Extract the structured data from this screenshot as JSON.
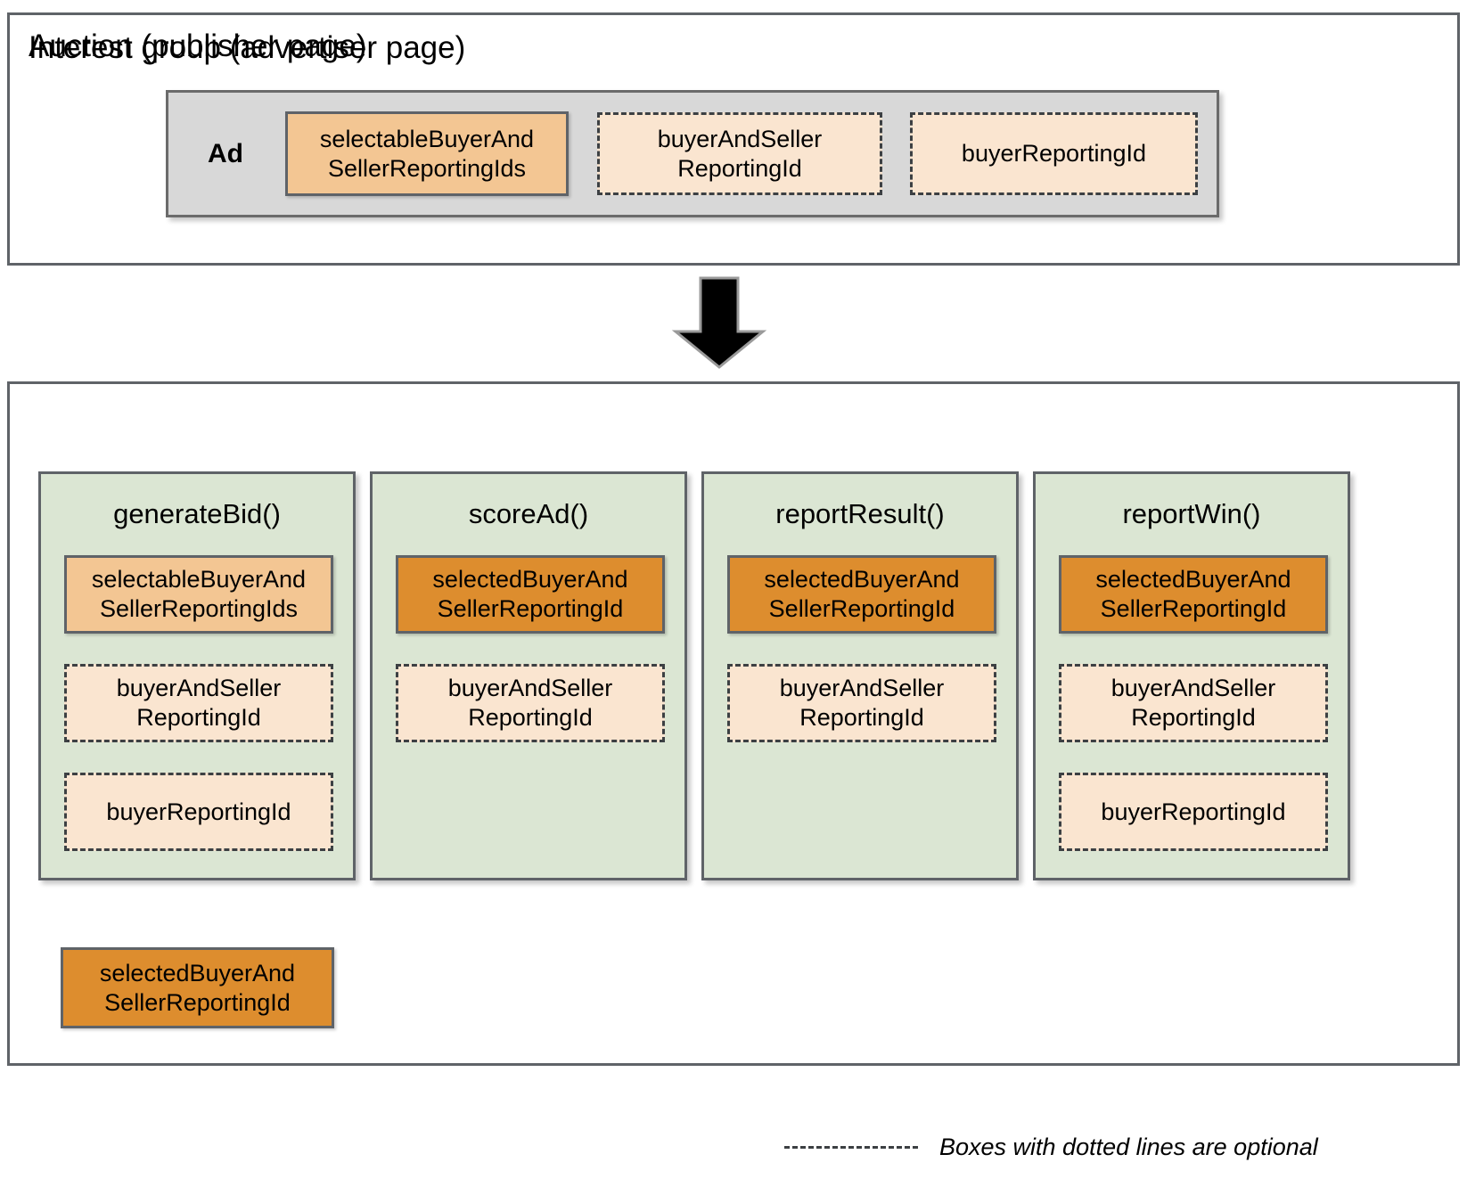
{
  "colors": {
    "panel_border": "#5f6368",
    "ad_container_bg": "#d8d8d8",
    "fn_col_bg": "#dbe6d3",
    "light_orange": "#f3c693",
    "pale_orange": "#fae5d0",
    "dark_orange": "#dd8d2e",
    "arrow_stroke": "#5f6368",
    "big_arrow": "#000000"
  },
  "interest_group": {
    "title": "Interest group (advertiser page)",
    "ad_label": "Ad",
    "tokens": [
      {
        "label": "selectableBuyerAnd\nSellerReportingIds",
        "style": "solid",
        "fill": "light-orange"
      },
      {
        "label": "buyerAndSeller\nReportingId",
        "style": "dotted",
        "fill": "pale-orange"
      },
      {
        "label": "buyerReportingId",
        "style": "dotted",
        "fill": "pale-orange"
      }
    ]
  },
  "flow_arrow": {
    "icon": "down-arrow-icon"
  },
  "auction": {
    "title": "Auction (publisher page)",
    "columns": [
      {
        "name": "generateBid",
        "title": "generateBid()",
        "tokens": [
          {
            "label": "selectableBuyerAnd\nSellerReportingIds",
            "style": "solid",
            "fill": "light-orange"
          },
          {
            "label": "buyerAndSeller\nReportingId",
            "style": "dotted",
            "fill": "pale-orange"
          },
          {
            "label": "buyerReportingId",
            "style": "dotted",
            "fill": "pale-orange"
          }
        ]
      },
      {
        "name": "scoreAd",
        "title": "scoreAd()",
        "tokens": [
          {
            "label": "selectedBuyerAnd\nSellerReportingId",
            "style": "solid",
            "fill": "dark-orange"
          },
          {
            "label": "buyerAndSeller\nReportingId",
            "style": "dotted",
            "fill": "pale-orange"
          }
        ]
      },
      {
        "name": "reportResult",
        "title": "reportResult()",
        "tokens": [
          {
            "label": "selectedBuyerAnd\nSellerReportingId",
            "style": "solid",
            "fill": "dark-orange"
          },
          {
            "label": "buyerAndSeller\nReportingId",
            "style": "dotted",
            "fill": "pale-orange"
          }
        ]
      },
      {
        "name": "reportWin",
        "title": "reportWin()",
        "tokens": [
          {
            "label": "selectedBuyerAnd\nSellerReportingId",
            "style": "solid",
            "fill": "dark-orange"
          },
          {
            "label": "buyerAndSeller\nReportingId",
            "style": "dotted",
            "fill": "pale-orange"
          },
          {
            "label": "buyerReportingId",
            "style": "dotted",
            "fill": "pale-orange"
          }
        ]
      }
    ],
    "selected_box": {
      "label": "selectedBuyerAnd\nSellerReportingId"
    }
  },
  "legend": {
    "text": "Boxes with dotted lines are optional",
    "swatch": "dashed-line-swatch"
  }
}
